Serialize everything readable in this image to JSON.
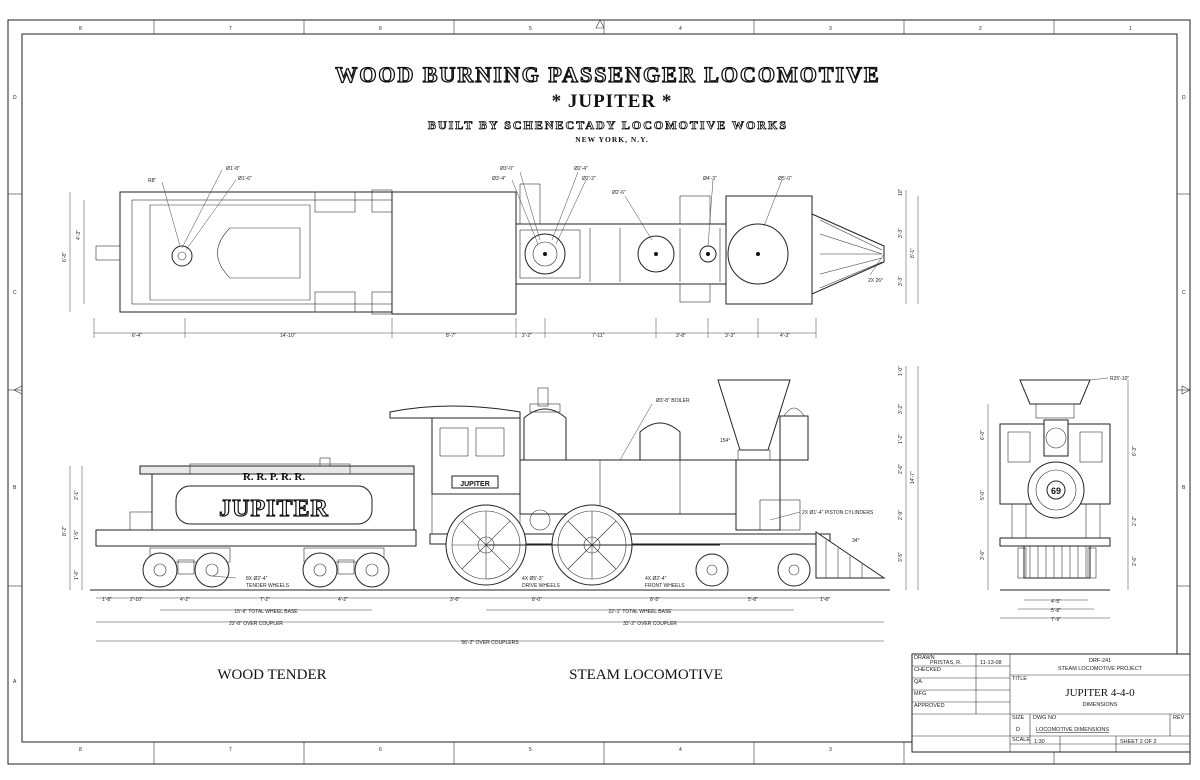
{
  "title": {
    "main": "WOOD BURNING PASSENGER LOCOMOTIVE",
    "name": "* JUPITER *",
    "builder": "BUILT BY SCHENECTADY LOCOMOTIVE WORKS",
    "location": "NEW YORK, N.Y."
  },
  "border": {
    "cols": [
      "8",
      "7",
      "6",
      "5",
      "4",
      "3",
      "2",
      "1"
    ],
    "rows": [
      "D",
      "C",
      "B",
      "A"
    ]
  },
  "top_view": {
    "dims": [
      "R8\"",
      "Ø1'-8\"",
      "Ø1'-6\"",
      "Ø3'-0\"",
      "Ø3'-4\"",
      "Ø2'-4\"",
      "Ø2'-2\"",
      "Ø2'-6\"",
      "Ø4'-3\"",
      "Ø5'-0\"",
      "2X 26°"
    ],
    "bottom_dims": [
      "6'-4\"",
      "14'-10\"",
      "8'-7\"",
      "2'-2\"",
      "7'-11\"",
      "3'-8\"",
      "3'-3\"",
      "4'-3\""
    ],
    "left_dims": [
      "4'-3\"",
      "6'-8\""
    ],
    "right_dims": [
      "10\"",
      "3'-3\"",
      "8'-1\"",
      "3'-3\""
    ]
  },
  "side_view": {
    "tender_letters": "R. R. P. R. R.",
    "tender_name": "JUPITER",
    "cab_plate": "JUPITER",
    "boiler": "Ø3'-8\" BOILER",
    "angle1": "154°",
    "cylinders": "2X Ø1'-4\" PISTON CYLINDERS",
    "angle2": "34°",
    "tender_wheels": "8X Ø2'-4\"\nTENDER WHEELS",
    "tender_wheels_l1": "8X Ø2'-4\"",
    "tender_wheels_l2": "TENDER WHEELS",
    "drive_l1": "4X Ø5'-3\"",
    "drive_l2": "DRIVE WHEELS",
    "front_l1": "4X Ø2'-4\"",
    "front_l2": "FRONT WHEELS",
    "dims_row1": [
      "1'-8\"",
      "2'-10\"",
      "4'-2\"",
      "7'-2\"",
      "4'-2\"",
      "3'-6\"",
      "8'-0\"",
      "8'-5\"",
      "5'-8\"",
      "1'-6\""
    ],
    "wheel_base_tender": "15'-6\" TOTAL WHEEL BASE",
    "wheel_base_loco": "22'-1\" TOTAL WHEEL BASE",
    "coupler_tender": "22'-8\" OVER COUPLER",
    "coupler_loco": "32'-2\" OVER COUPLER",
    "couplers_total": "56'-2\" OVER COUPLERS",
    "left_dims": [
      "2'-1\"",
      "1'-5\"",
      "1'-6\"",
      "8'-2\""
    ],
    "right_dims": [
      "1'-0\"",
      "3'-2\"",
      "1'-2\"",
      "2'-6\"",
      "2'-9\"",
      "3'-5\"",
      "14'-7\""
    ]
  },
  "front_view": {
    "radius": "R25'-10\"",
    "number": "69",
    "bottom_dims": [
      "4'-5\"",
      "5'-8\"",
      "7'-9\""
    ],
    "left_dims": [
      "6'-0\"",
      "5'-0\"",
      "3'-6\""
    ],
    "right_dims": [
      "6'-3\"",
      "2'-2\"",
      "2'-6\""
    ]
  },
  "labels": {
    "tender": "WOOD TENDER",
    "loco": "STEAM LOCOMOTIVE"
  },
  "title_block": {
    "drawn_label": "DRAWN",
    "drawn_by": "PRISTAS, R.",
    "date": "11-13-08",
    "checked_label": "CHECKED",
    "qa_label": "QA",
    "mfg_label": "MFG",
    "approved_label": "APPROVED",
    "project_no": "DRF-241",
    "project": "STEAM LOCOMOTIVE PROJECT",
    "title_label": "TITLE",
    "drawing_title": "JUPITER 4-4-0",
    "drawing_sub": "DIMENSIONS",
    "size_label": "SIZE",
    "size": "D",
    "dwg_label": "DWG NO",
    "dwg_no": "LOCOMOTIVE DIMENSIONS",
    "rev_label": "REV",
    "scale_label": "SCALE",
    "scale": "1:30",
    "sheet": "SHEET 2 OF 2"
  }
}
